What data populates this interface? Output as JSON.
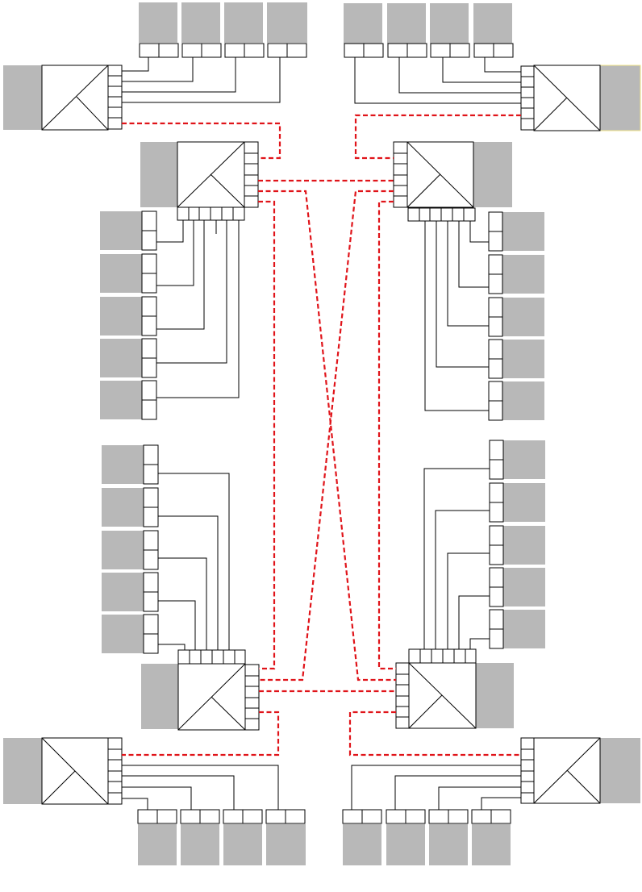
{
  "diagram": {
    "description_visible_text": "",
    "colors": {
      "device_fill": "#b8b8b8",
      "box_stroke": "#000000",
      "link_solid": "#000000",
      "link_dashed": "#e0141a",
      "highlight_border": "#f0e58a"
    },
    "switch_count": 8,
    "endpoint_count": 36,
    "link_styles": [
      "solid-black",
      "dashed-red"
    ]
  }
}
